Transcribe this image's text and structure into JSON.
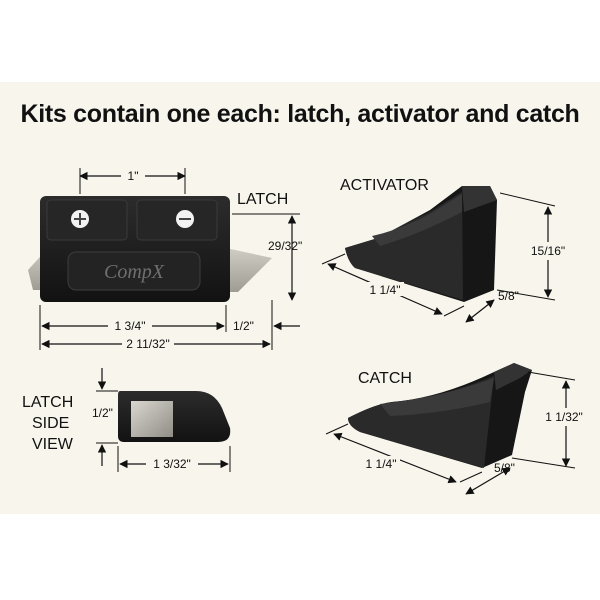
{
  "heading": "Kits contain one each: latch, activator and catch",
  "logo_text": "CompX",
  "latch": {
    "label": "LATCH",
    "dim_width_between_screws": "1\"",
    "dim_height": "29/32\"",
    "dim_body_width": "1 3/4\"",
    "dim_flange": "1/2\"",
    "dim_total_width": "2 11/32\""
  },
  "latch_side_view": {
    "label_line1": "LATCH",
    "label_line2": "SIDE",
    "label_line3": "VIEW",
    "dim_height": "1/2\"",
    "dim_length": "1 3/32\""
  },
  "activator": {
    "label": "ACTIVATOR",
    "dim_height": "15/16\"",
    "dim_length": "1 1/4\"",
    "dim_width": "5/8\""
  },
  "catch": {
    "label": "CATCH",
    "dim_height": "1 1/32\"",
    "dim_length": "1 1/4\"",
    "dim_width": "5/8\""
  },
  "colors": {
    "part_body": "#1c1c1c",
    "flange": "#b9b7ad",
    "background_panel": "#f7f5ec"
  }
}
